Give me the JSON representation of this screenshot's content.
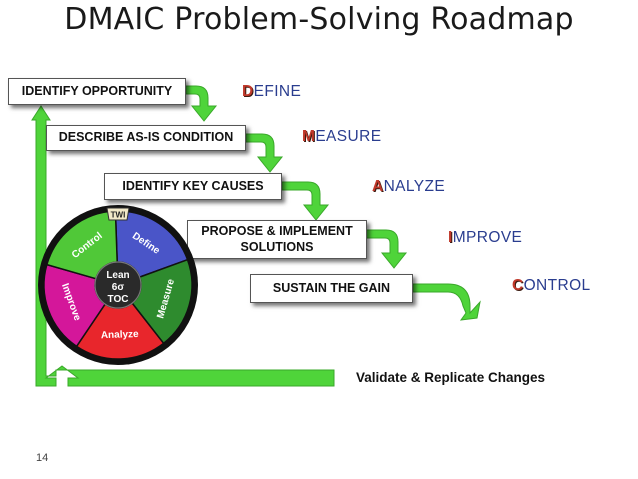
{
  "title": "DMAIC Problem-Solving Roadmap",
  "steps": [
    {
      "label": "IDENTIFY OPPORTUNITY"
    },
    {
      "label": "DESCRIBE AS-IS CONDITION"
    },
    {
      "label": "IDENTIFY KEY CAUSES"
    },
    {
      "label": "PROPOSE & IMPLEMENT SOLUTIONS"
    },
    {
      "label": "SUSTAIN THE GAIN"
    }
  ],
  "phases": [
    {
      "initial": "D",
      "rest": "EFINE"
    },
    {
      "initial": "M",
      "rest": "EASURE"
    },
    {
      "initial": "A",
      "rest": "NALYZE"
    },
    {
      "initial": "I",
      "rest": "MPROVE"
    },
    {
      "initial": "C",
      "rest": "ONTROL"
    }
  ],
  "feedback_label": "Validate & Replicate Changes",
  "wheel": {
    "center_lines": [
      "Lean",
      "6σ",
      "TOC"
    ],
    "segments": [
      "Define",
      "Measure",
      "Analyze",
      "Improve",
      "Control"
    ],
    "tab_label": "TWI"
  },
  "page_number": "14",
  "colors": {
    "arrow": "#4fd43a",
    "define": "#4a55c8",
    "measure": "#2e8b2e",
    "analyze": "#e8262c",
    "improve": "#d4179a",
    "control": "#50c838",
    "phase_text": "#2a3d8f",
    "phase_initial": "#c0392b"
  }
}
